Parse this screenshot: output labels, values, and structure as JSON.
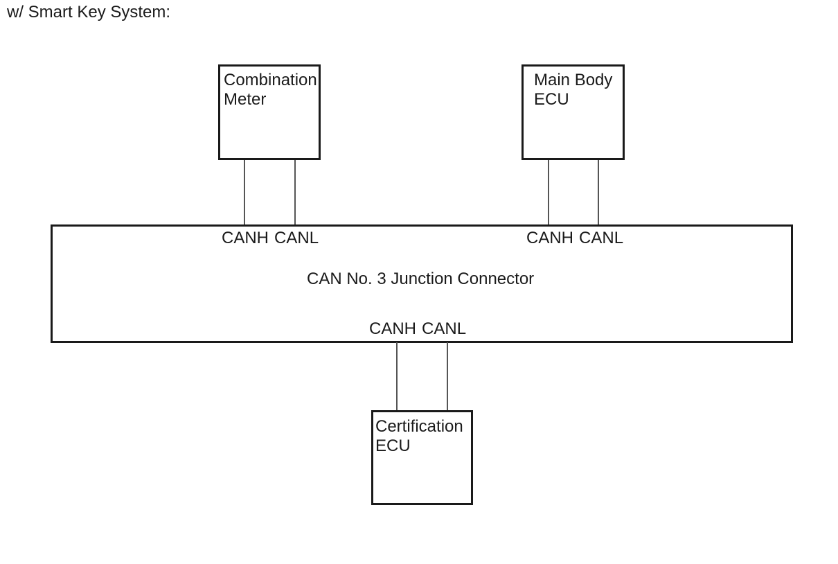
{
  "title": "w/ Smart Key System:",
  "diagram": {
    "type": "wiring-diagram",
    "junction": {
      "label": "CAN No. 3 Junction Connector"
    },
    "nodes": {
      "combination_meter": {
        "line1": "Combination",
        "line2": "Meter"
      },
      "main_body_ecu": {
        "line1": "Main Body",
        "line2": "ECU"
      },
      "certification_ecu": {
        "line1": "Certification",
        "line2": "ECU"
      }
    },
    "ports": {
      "canh": "CANH",
      "canl": "CANL"
    },
    "colors": {
      "background": "#ffffff",
      "box_border": "#1a1a1a",
      "wire": "#555555",
      "text": "#1a1a1a"
    }
  }
}
